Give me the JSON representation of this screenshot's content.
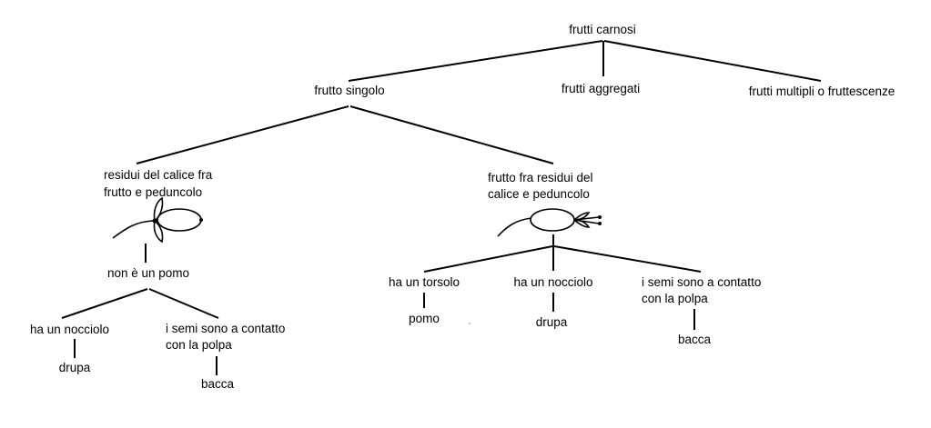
{
  "title": "frutti carnosi",
  "level1": {
    "single": "frutto singolo",
    "aggregate": "frutti aggregati",
    "multiple": "frutti multipli o fruttescenze"
  },
  "left_branch": {
    "label_line1": "residui del calice fra",
    "label_line2": "frutto e peduncolo",
    "node": "non è un pomo",
    "children": [
      {
        "label_line1": "ha un nocciolo",
        "label_line2": "",
        "result": "drupa"
      },
      {
        "label_line1": "i semi sono a contatto",
        "label_line2": "con la polpa",
        "result": "bacca"
      }
    ]
  },
  "right_branch": {
    "label_line1": "frutto fra residui del",
    "label_line2": "calice e peduncolo",
    "children": [
      {
        "label_line1": "ha un torsolo",
        "label_line2": "",
        "result": "pomo"
      },
      {
        "label_line1": "ha un nocciolo",
        "label_line2": "",
        "result": "drupa"
      },
      {
        "label_line1": "i semi sono a contatto",
        "label_line2": "con la polpa",
        "result": "bacca"
      }
    ]
  }
}
